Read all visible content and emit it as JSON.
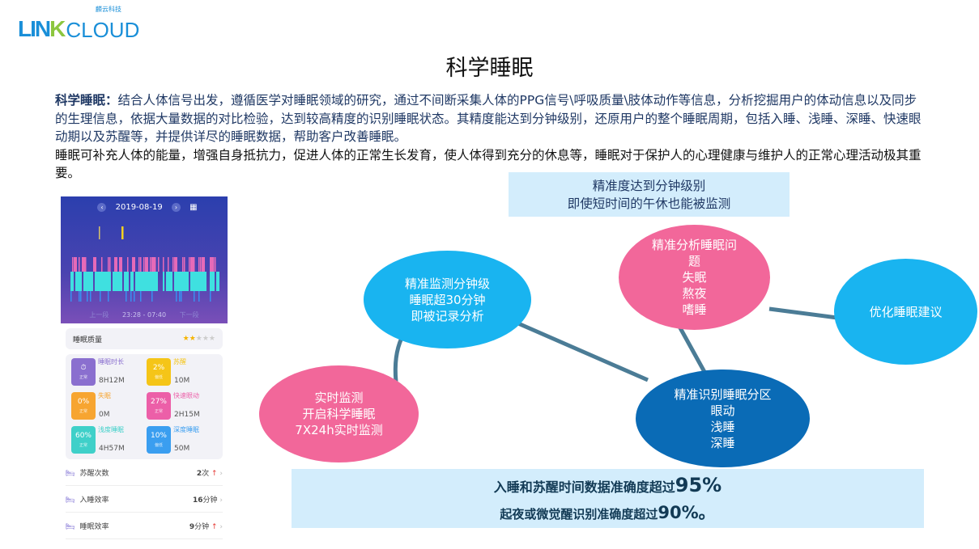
{
  "logo": {
    "brand": "LINKCLOUD",
    "brand_part1": "LIN",
    "brand_part2": "K",
    "brand_part3": "CLOUD",
    "cn": "麟云科技"
  },
  "title": "科学睡眠",
  "intro": {
    "lead": "科学睡眠：",
    "p1": "结合人体信号出发，遵循医学对睡眠领域的研究，通过不间断采集人体的PPG信号\\呼吸质量\\肢体动作等信息，分析挖掘用户的体动信息以及同步的生理信息，依据大量数据的对比检验，达到较高精度的识别睡眠状态。其精度能达到分钟级别，还原用户的整个睡眠周期，包括入睡、浅睡、深睡、快速眼动期以及苏醒等，并提供详尽的睡眠数据，帮助客户改善睡眠。",
    "p2": "睡眠可补充人体的能量，增强自身抵抗力，促进人体的正常生长发育，使人体得到充分的休息等，睡眠对于保护人的心理健康与维护人的正常心理活动极其重要。"
  },
  "top_box": {
    "line1": "精准度达到分钟级别",
    "line2": "即使短时间的午休也能被监测"
  },
  "bubbles": {
    "monitor": {
      "lines": [
        "精准监测分钟级",
        "睡眠超30分钟",
        "即被记录分析"
      ],
      "color": "#19b4f0"
    },
    "analysis": {
      "lines": [
        "精准分析睡眠问",
        "题",
        "失眠",
        "熬夜",
        "嗜睡"
      ],
      "color": "#f2679a"
    },
    "advice": {
      "lines": [
        "优化睡眠建议"
      ],
      "color": "#19b4f0"
    },
    "realtime": {
      "lines": [
        "实时监测",
        "开启科学睡眠",
        "7X24h实时监测"
      ],
      "color": "#f2679a"
    },
    "zones": {
      "lines": [
        "精准识别睡眠分区",
        "眼动",
        "浅睡",
        "深睡"
      ],
      "color": "#0a6bb6"
    }
  },
  "bottom_box": {
    "l1_text": "入睡和苏醒时间数据准确度超过",
    "l1_num": "95%",
    "l2_text": "起夜或微觉醒识别准确度超过",
    "l2_num": "90%。"
  },
  "phone": {
    "date": "2019-08-19",
    "prev": "‹",
    "next": "›",
    "calendar_icon": "calendar-icon",
    "prev_seg": "上一段",
    "time_range": "23:28 - 07:40",
    "next_seg": "下一段",
    "quality_label": "睡眠质量",
    "stars_filled": 2,
    "stars_total": 5,
    "tiles": [
      {
        "badge": "⏱",
        "status": "正常",
        "name": "睡眠时长",
        "value": "8H12M",
        "color": "#8a6fcf"
      },
      {
        "badge": "2%",
        "status": "偏低",
        "name": "苏醒",
        "value": "10M",
        "color": "#f5c518"
      },
      {
        "badge": "0%",
        "status": "正常",
        "name": "失眠",
        "value": "0M",
        "color": "#f7a531"
      },
      {
        "badge": "27%",
        "status": "正常",
        "name": "快速眼动",
        "value": "2H15M",
        "color": "#ec5fa8"
      },
      {
        "badge": "60%",
        "status": "正常",
        "name": "浅度睡眠",
        "value": "4H57M",
        "color": "#3fd0c9"
      },
      {
        "badge": "10%",
        "status": "偏低",
        "name": "深度睡眠",
        "value": "50M",
        "color": "#3a9ef0"
      }
    ],
    "rows": [
      {
        "label": "苏醒次数",
        "num": "2",
        "unit": "次",
        "up": true
      },
      {
        "label": "入睡效率",
        "num": "16",
        "unit": "分钟",
        "up": false
      },
      {
        "label": "睡眠效率",
        "num": "9",
        "unit": "分钟",
        "up": true
      }
    ]
  }
}
